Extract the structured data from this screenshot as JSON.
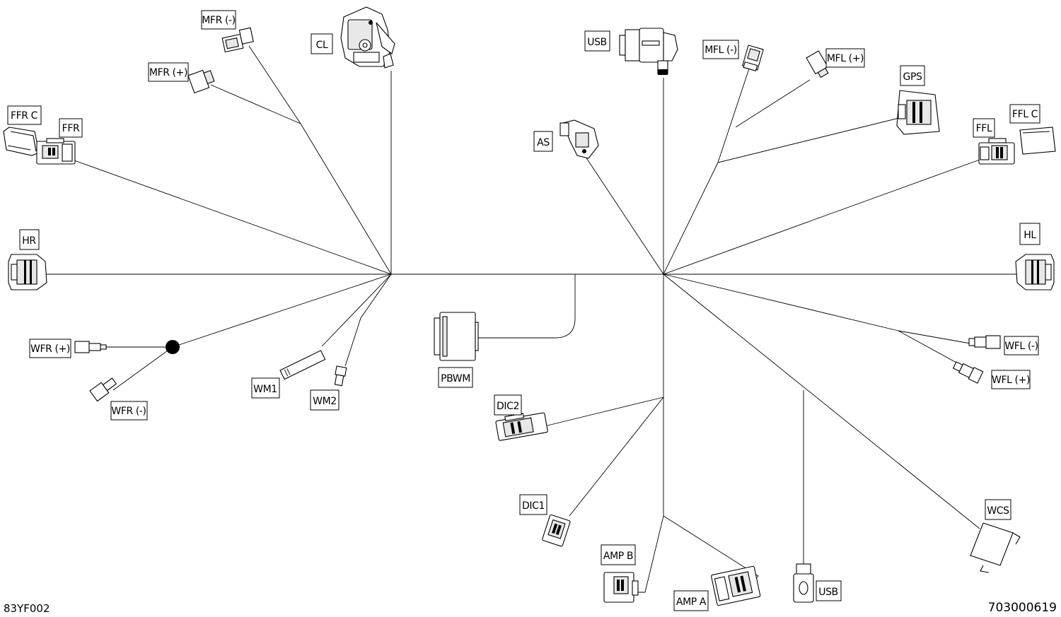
{
  "labels": {
    "mfr_neg": "MFR (-)",
    "cl": "CL",
    "mfr_pos": "MFR (+)",
    "ffr_c": "FFR  C",
    "ffr": "FFR",
    "hr": "HR",
    "wfr_pos": "WFR (+)",
    "wfr_neg": "WFR (-)",
    "wm1": "WM1",
    "wm2": "WM2",
    "pbwm": "PBWM",
    "usb_top": "USB",
    "mfl_neg": "MFL (-)",
    "mfl_pos": "MFL (+)",
    "gps": "GPS",
    "as": "AS",
    "ffl": "FFL",
    "ffl_c": "FFL  C",
    "hl": "HL",
    "wfl_neg": "WFL (-)",
    "wfl_pos": "WFL (+)",
    "dic2": "DIC2",
    "dic1": "DIC1",
    "amp_b": "AMP B",
    "amp_a": "AMP A",
    "usb_bottom": "USB",
    "wcs": "WCS"
  },
  "codes": {
    "figure_id": "83YF002",
    "part_number": "703000619"
  },
  "colors": {
    "line": "#000000",
    "background": "#ffffff"
  }
}
